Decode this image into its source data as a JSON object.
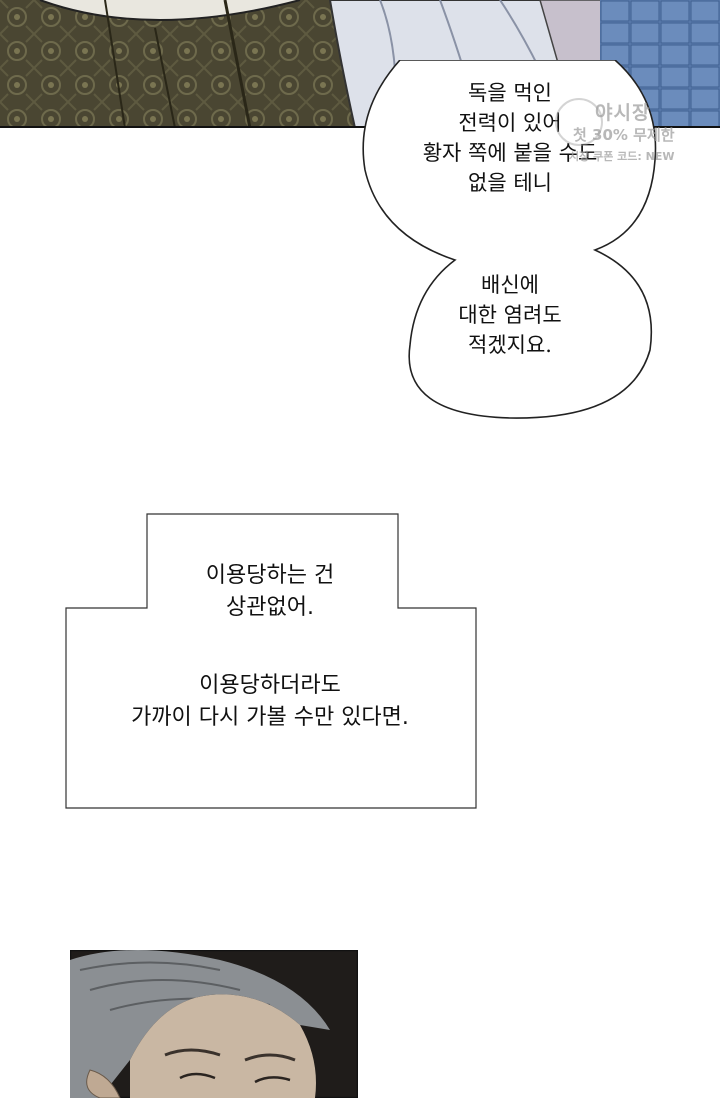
{
  "speech_bubble": {
    "lines_1": "독을 먹인\n전력이 있어\n황자 쪽에 붙을 수도\n없을 테니",
    "lines_2": "배신에\n대한 염려도\n적겠지요."
  },
  "narration_box": {
    "lines_1": "이용당하는 건\n상관없어.",
    "lines_2": "이용당하더라도\n가까이 다시 가볼 수만 있다면."
  },
  "watermark": {
    "brand": "야시장",
    "promo": "첫 30% 무제한",
    "tagline": "시장 쿠폰 코드: NEW"
  },
  "colors": {
    "robe_dark": "#4a4632",
    "robe_pattern": "#6e6a4c",
    "sleeve_light": "#dde1ea",
    "floor_blue": "#5d7fb0",
    "hair_grey": "#8b8f93",
    "skin": "#c9b7a3",
    "panel_bg_dark": "#1f1c1a"
  }
}
